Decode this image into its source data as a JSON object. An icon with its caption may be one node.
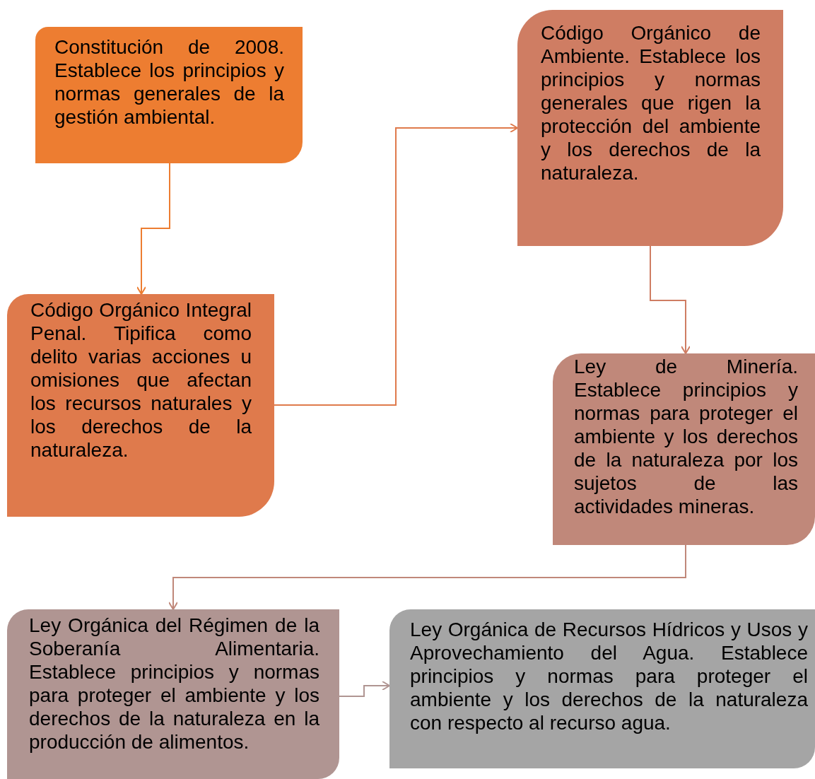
{
  "diagram": {
    "nodes": [
      {
        "text": [
          "Constitución de 2008. Establece los principios y normas generales de la gestión ambiental."
        ]
      },
      {
        "text": [
          "Código Orgánico Integral Penal. Tipifica como delito varias acciones u omisiones que afectan los recursos naturales y los derechos de la naturaleza."
        ]
      },
      {
        "text": [
          "Código Orgánico de Ambiente. Establece los principios y normas generales que rigen la protección del ambiente y los derechos de la naturaleza."
        ]
      },
      {
        "text": [
          "Ley de Minería. Establece principios y normas para proteger el ambiente y los derechos de la naturaleza por los sujetos de las actividades mineras."
        ]
      },
      {
        "text": [
          "Ley Orgánica del Régimen de la Soberanía Alimentaria. Establece principios y normas para proteger el ambiente y los derechos de la naturaleza en la producción de alimentos."
        ]
      },
      {
        "text": [
          "Ley Orgánica de Recursos Hídricos y Usos y Aprovechamiento del Agua. Establece principios y normas para proteger el ambiente y los derechos de la naturaleza con respecto al recurso agua."
        ]
      }
    ],
    "edges": [
      {
        "from": 0,
        "to": 1,
        "arrow": "to",
        "color": "#ed7d31"
      },
      {
        "from": 1,
        "to": 2,
        "arrow": "to",
        "color": "#df7a4c"
      },
      {
        "from": 2,
        "to": 3,
        "arrow": "to",
        "color": "#cf7d63"
      },
      {
        "from": 3,
        "to": 4,
        "arrow": "to",
        "color": "#c0887a"
      },
      {
        "from": 4,
        "to": 5,
        "arrow": "to",
        "color": "#b09592"
      }
    ]
  }
}
